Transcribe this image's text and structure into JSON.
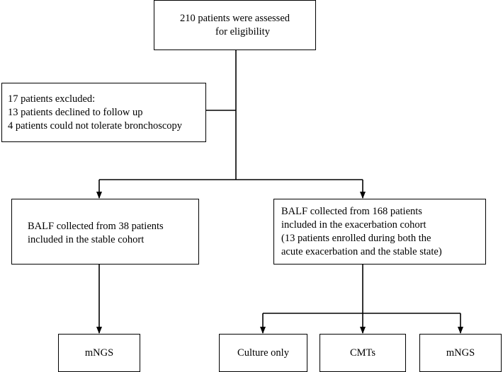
{
  "assessed": {
    "line1": "210 patients were assessed",
    "line2": "for eligibility"
  },
  "excluded": {
    "lines": [
      "17 patients excluded:",
      "13 patients declined to follow up",
      "4 patients could not tolerate bronchoscopy"
    ]
  },
  "stable": {
    "lines": [
      "BALF collected from 38 patients",
      "included in the stable cohort"
    ]
  },
  "exacerbation": {
    "lines": [
      "BALF collected from 168 patients",
      "included in the exacerbation cohort",
      "(13 patients enrolled during both the",
      "acute exacerbation and the stable state)"
    ]
  },
  "outcomes": {
    "stable_mngs": "mNGS",
    "culture_only": "Culture only",
    "cmts": "CMTs",
    "exac_mngs": "mNGS"
  },
  "colors": {
    "line": "#000000",
    "box_fill": "#ffffff",
    "text": "#000000"
  }
}
